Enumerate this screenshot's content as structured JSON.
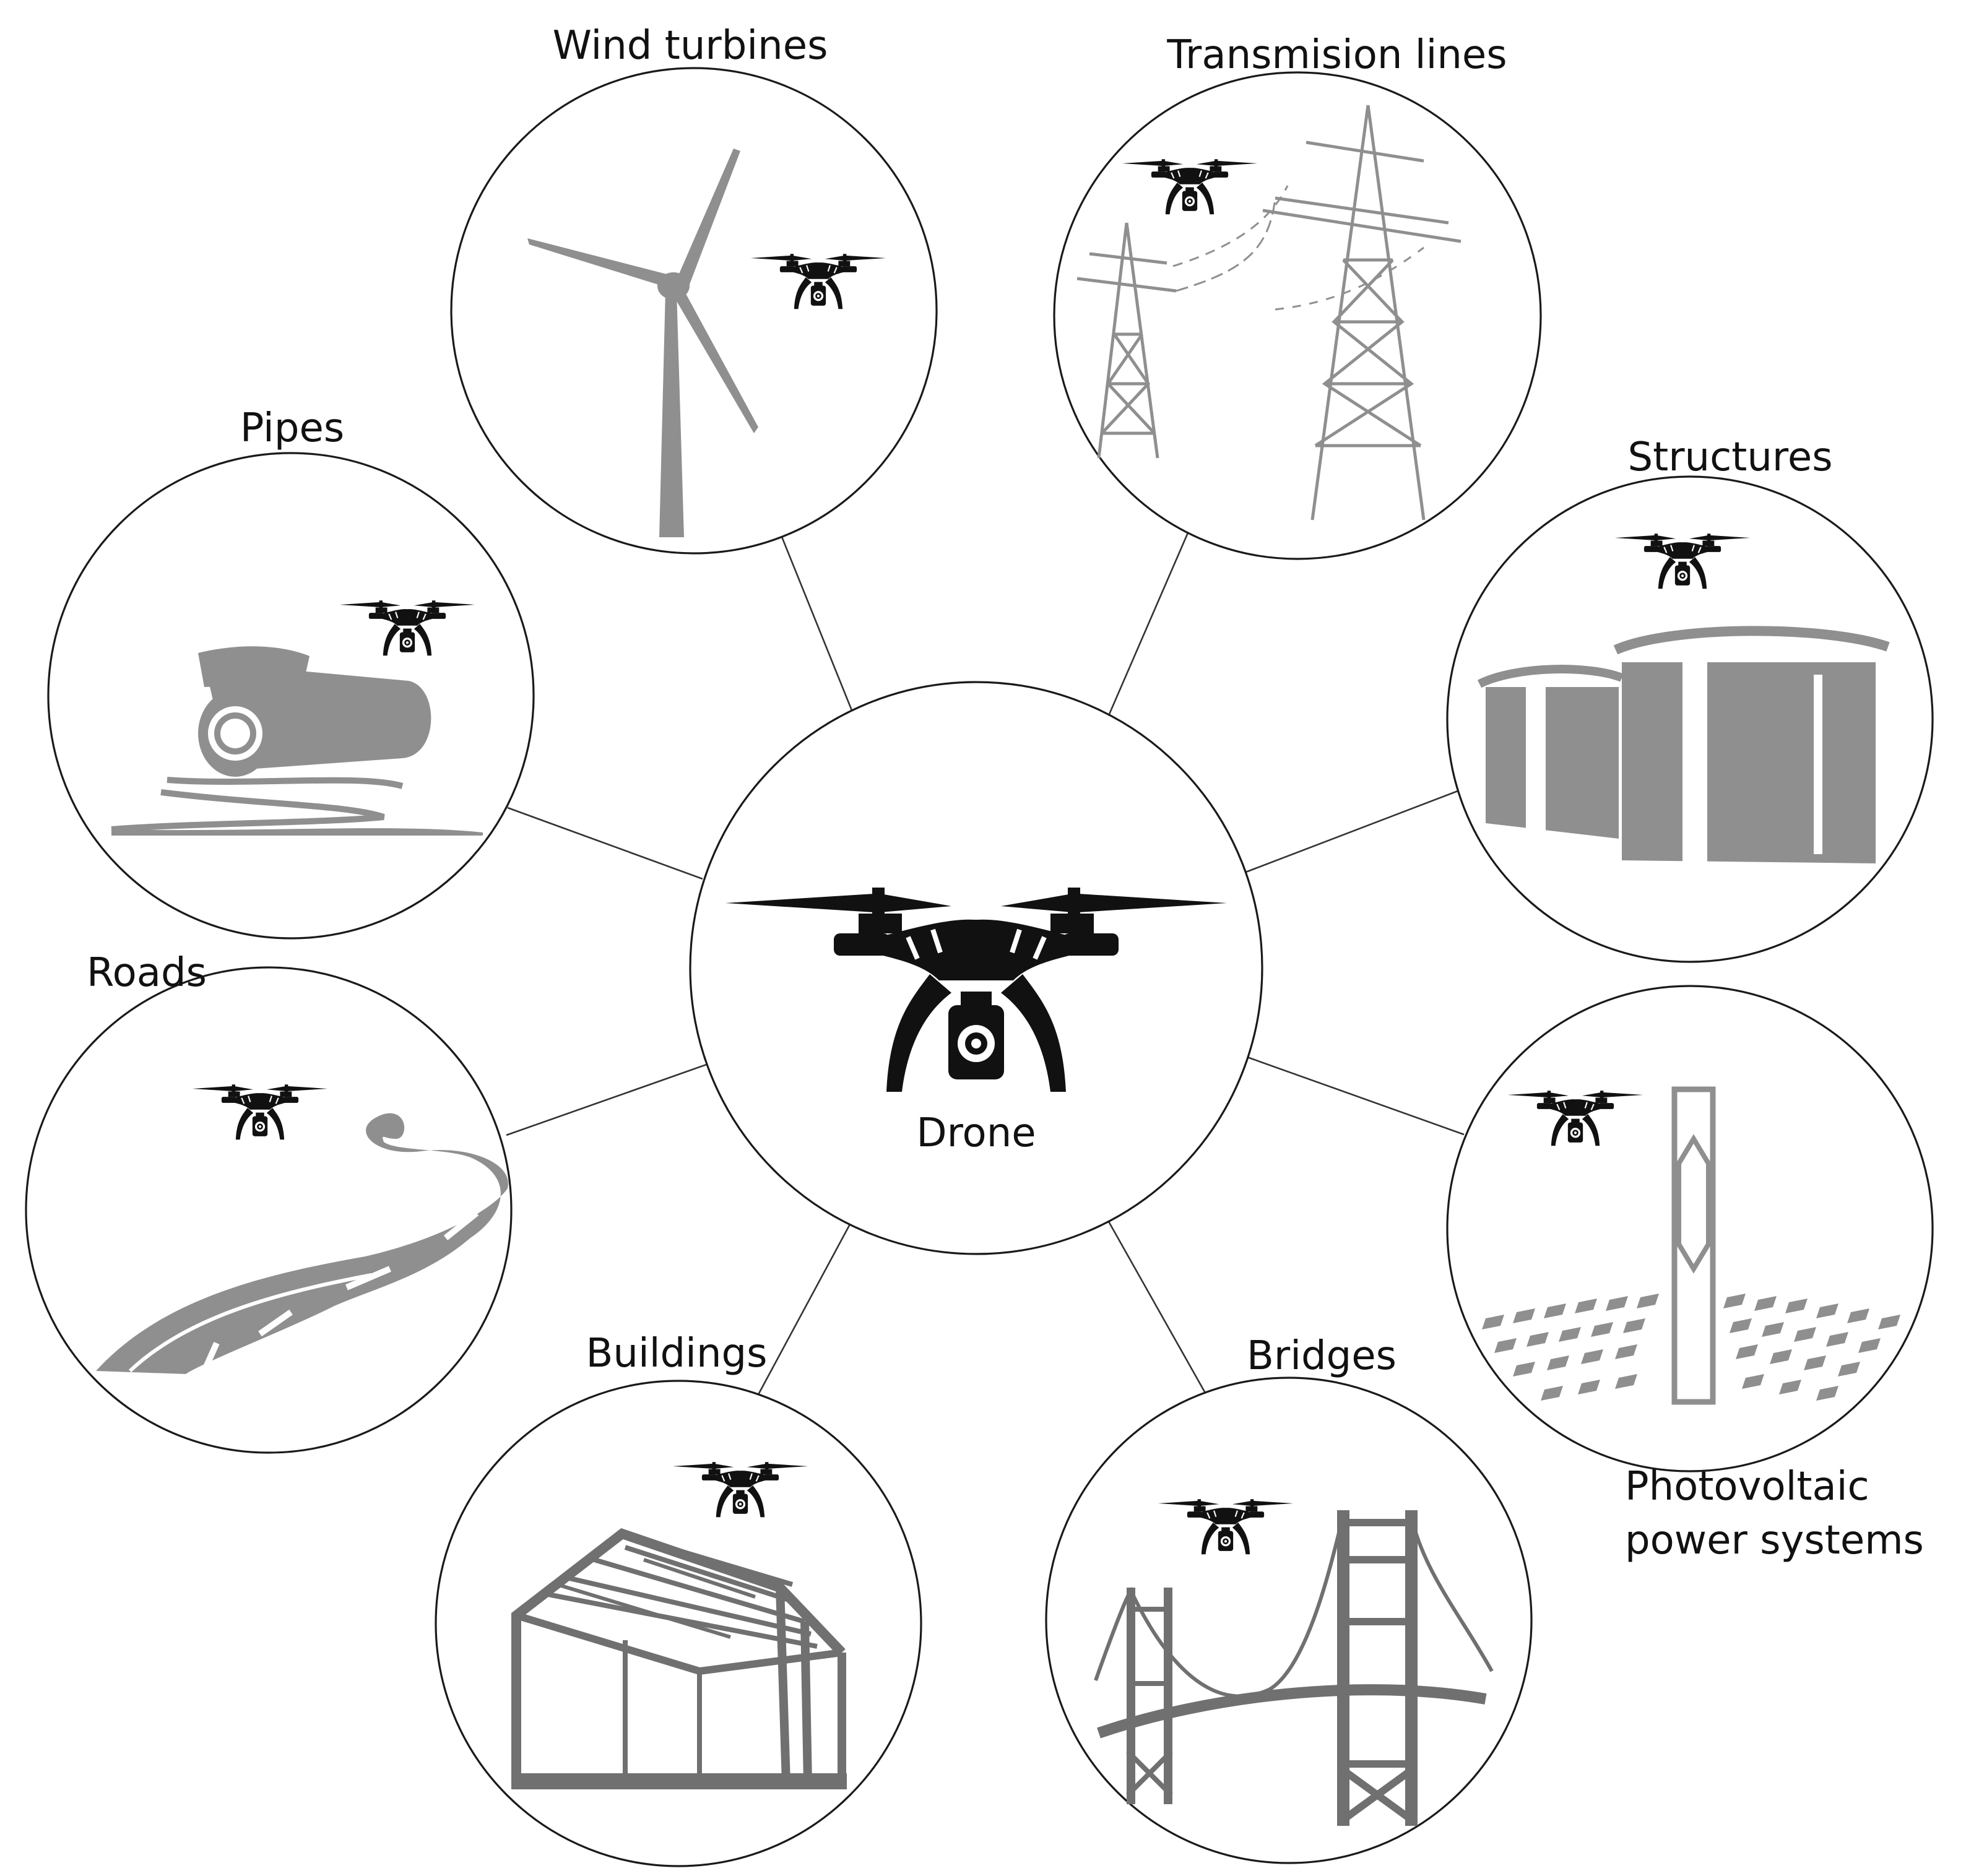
{
  "center": {
    "label": "Drone"
  },
  "nodes": [
    {
      "label": "Wind turbines"
    },
    {
      "label": "Transmision lines"
    },
    {
      "label": "Structures"
    },
    {
      "label": "Photovoltaic",
      "label_line2": "power systems"
    },
    {
      "label": "Bridges"
    },
    {
      "label": "Buildings"
    },
    {
      "label": "Roads"
    },
    {
      "label": "Pipes"
    }
  ],
  "colors": {
    "outline": "#1a1a1a",
    "icon_fill": "#8f8f8f",
    "icon_dark": "#707070",
    "drone": "#111111"
  }
}
